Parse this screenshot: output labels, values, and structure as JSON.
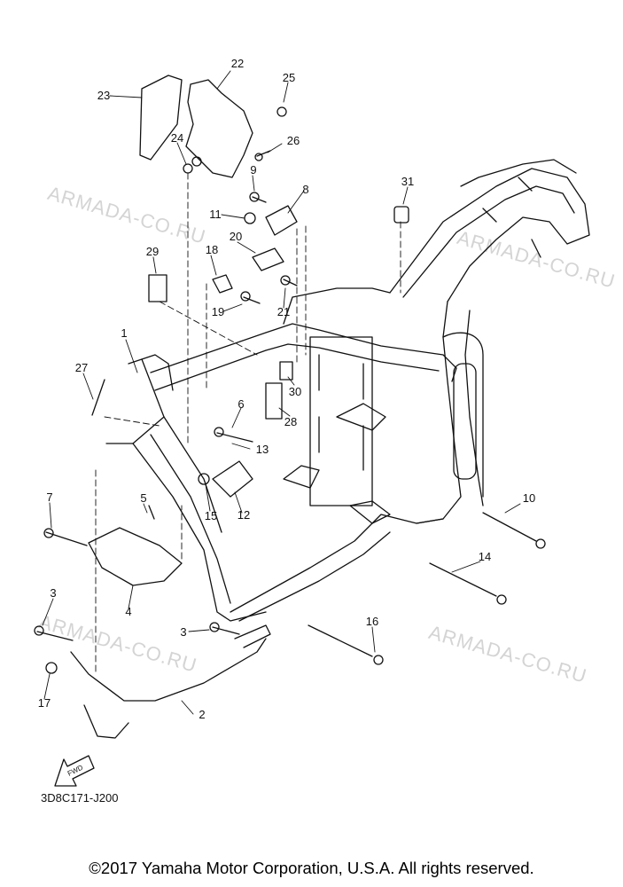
{
  "diagram_code": "3D8C171-J200",
  "copyright": "©2017 Yamaha Motor Corporation, U.S.A. All rights reserved.",
  "watermark": "ARMADA-CO.RU",
  "fwd_label": "FWD",
  "callouts": [
    "1",
    "2",
    "3",
    "3",
    "4",
    "5",
    "6",
    "7",
    "8",
    "9",
    "10",
    "11",
    "12",
    "13",
    "14",
    "15",
    "16",
    "17",
    "18",
    "19",
    "20",
    "21",
    "22",
    "23",
    "24",
    "25",
    "26",
    "27",
    "28",
    "29",
    "30",
    "31"
  ]
}
